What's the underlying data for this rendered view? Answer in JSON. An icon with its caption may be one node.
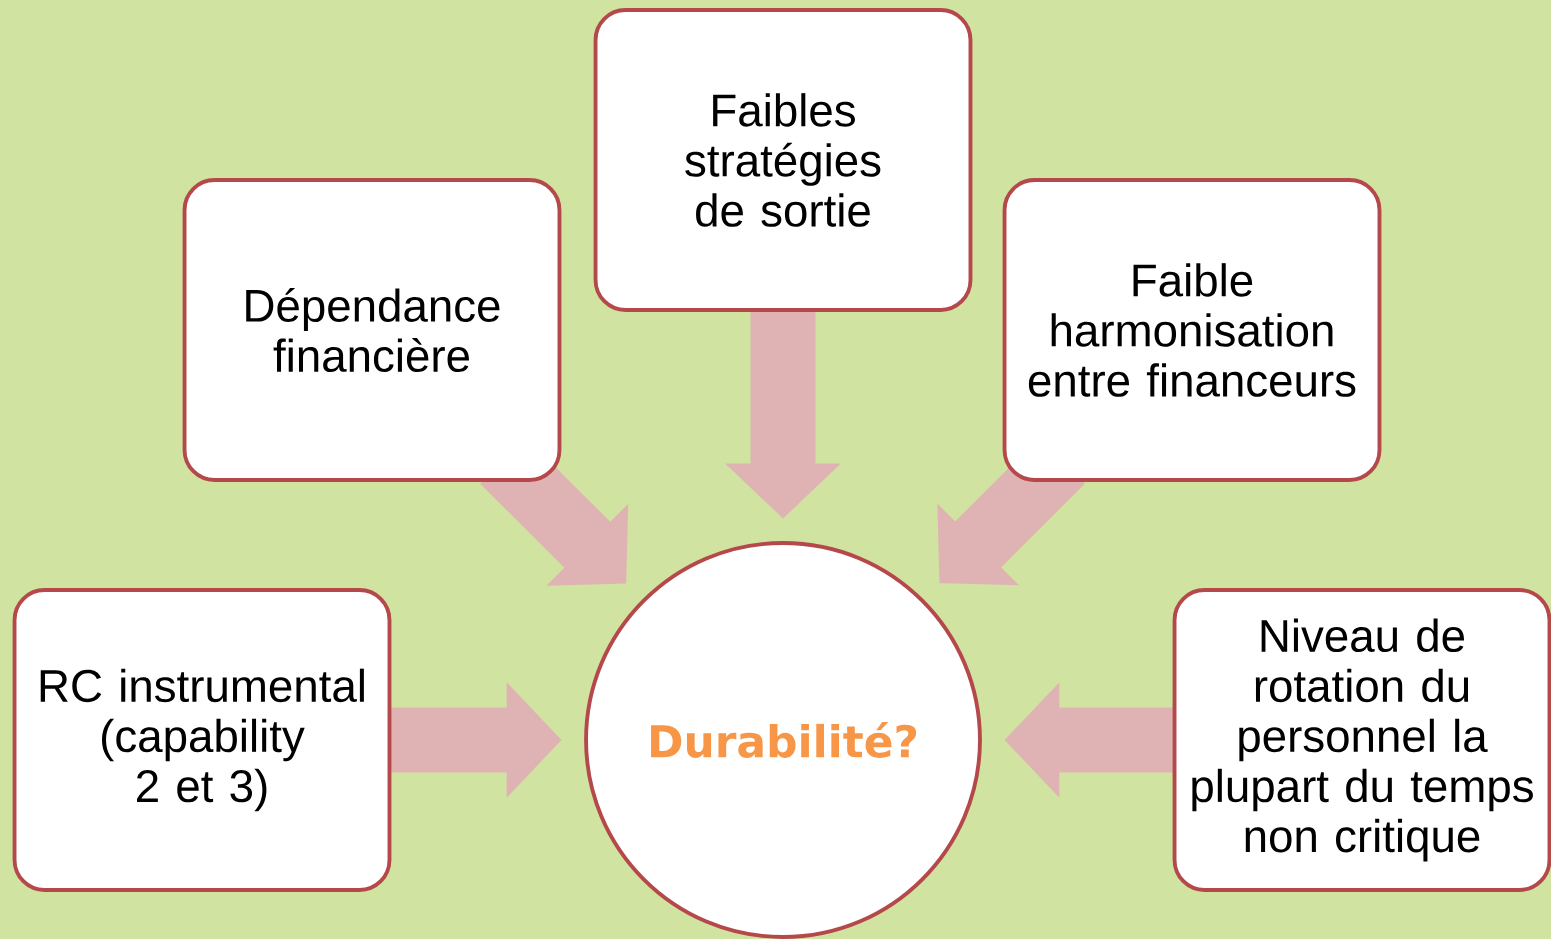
{
  "diagram": {
    "nodes": [
      {
        "text": [
          "Dépendance financière"
        ]
      },
      {
        "text": [
          "Faibles stratégies de sortie"
        ]
      },
      {
        "text": [
          "Faible harmonisation entre financeurs"
        ]
      },
      {
        "text": [
          "RC instrumental (capability 2 et 3)"
        ]
      },
      {
        "text": [
          "Durabilité?"
        ]
      },
      {
        "text": [
          "Niveau de rotation du personnel la plupart du temps non critique"
        ]
      }
    ],
    "edges": [
      {
        "from": 0,
        "to": 4,
        "arrow": "to"
      },
      {
        "from": 1,
        "to": 4,
        "arrow": "to"
      },
      {
        "from": 2,
        "to": 4,
        "arrow": "to"
      },
      {
        "from": 3,
        "to": 4,
        "arrow": "to"
      },
      {
        "from": 5,
        "to": 4,
        "arrow": "to"
      }
    ]
  }
}
